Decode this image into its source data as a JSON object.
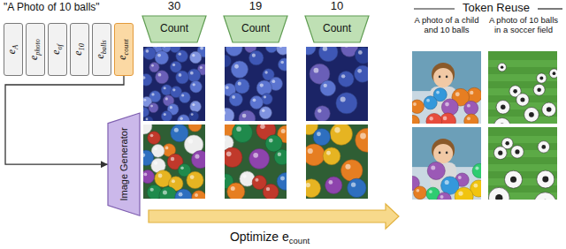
{
  "diagram": {
    "title": "\"A Photo of 10 balls\"",
    "nodes": [
      {
        "text": [
          "eA"
        ]
      },
      {
        "text": [
          "ephoto"
        ]
      },
      {
        "text": [
          "eof"
        ]
      },
      {
        "text": [
          "e10"
        ]
      },
      {
        "text": [
          "eballs"
        ]
      },
      {
        "text": [
          "ecount"
        ]
      },
      {
        "text": [
          "Image Generator"
        ]
      },
      {
        "text": [
          "Count"
        ]
      },
      {
        "text": [
          "Count"
        ]
      },
      {
        "text": [
          "Count"
        ]
      }
    ],
    "edges": [
      {
        "from": 5,
        "to": 6,
        "arrow": "to"
      }
    ],
    "labels": [
      "30",
      "19",
      "10",
      "Optimize ecount",
      "Token Reuse",
      "A photo of a child and 10 balls",
      "A photo of 10 balls in a soccer field"
    ]
  }
}
